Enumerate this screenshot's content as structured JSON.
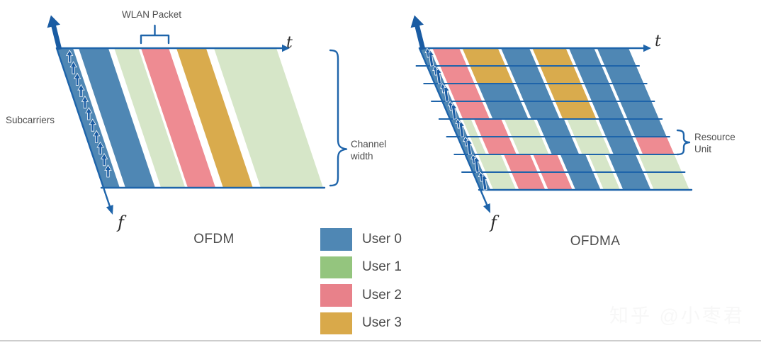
{
  "labels": {
    "subcarriers": "Subcarriers",
    "wlan_packet": "WLAN Packet",
    "channel_width": "Channel width",
    "resource_unit": "Resource Unit",
    "ofdm": "OFDM",
    "ofdma": "OFDMA",
    "t_axis": "t",
    "f_axis": "f"
  },
  "legend": {
    "items": [
      {
        "label": "User 0",
        "color": "#4f87b4"
      },
      {
        "label": "User 1",
        "color": "#94c57e"
      },
      {
        "label": "User 2",
        "color": "#e8818a"
      },
      {
        "label": "User 3",
        "color": "#d9a94a"
      }
    ]
  },
  "palette": {
    "axis_blue": "#1e64aa",
    "arrow_blue": "#1a5ca3",
    "blue": "#4f87b4",
    "green": "#d6e6c8",
    "pink": "#ee8b92",
    "gold": "#d9ab4d"
  },
  "ofdm": {
    "stripes": [
      [
        "blue",
        0.0,
        0.074
      ],
      [
        "blue",
        0.1,
        0.235
      ],
      [
        "green",
        0.262,
        0.372
      ],
      [
        "pink",
        0.384,
        0.51
      ],
      [
        "gold",
        0.545,
        0.68
      ],
      [
        "green",
        0.716,
        1.0
      ]
    ]
  },
  "ofdma": {
    "edge": [
      "blue",
      0.0,
      0.048
    ],
    "rows": [
      [
        [
          "pink",
          0.062,
          0.19
        ],
        [
          "gold",
          0.205,
          0.375
        ],
        [
          "blue",
          0.39,
          0.525
        ],
        [
          "gold",
          0.54,
          0.7
        ],
        [
          "blue",
          0.715,
          0.835
        ],
        [
          "blue",
          0.85,
          1.0
        ]
      ],
      [
        [
          "pink",
          0.062,
          0.19
        ],
        [
          "gold",
          0.205,
          0.375
        ],
        [
          "blue",
          0.39,
          0.525
        ],
        [
          "gold",
          0.54,
          0.7
        ],
        [
          "blue",
          0.715,
          0.835
        ],
        [
          "blue",
          0.85,
          1.0
        ]
      ],
      [
        [
          "pink",
          0.062,
          0.19
        ],
        [
          "blue",
          0.205,
          0.375
        ],
        [
          "blue",
          0.39,
          0.525
        ],
        [
          "gold",
          0.54,
          0.7
        ],
        [
          "blue",
          0.715,
          0.835
        ],
        [
          "blue",
          0.85,
          1.0
        ]
      ],
      [
        [
          "pink",
          0.062,
          0.19
        ],
        [
          "blue",
          0.205,
          0.375
        ],
        [
          "blue",
          0.39,
          0.525
        ],
        [
          "gold",
          0.54,
          0.7
        ],
        [
          "blue",
          0.715,
          0.835
        ],
        [
          "blue",
          0.85,
          1.0
        ]
      ],
      [
        [
          "green",
          0.06,
          0.1
        ],
        [
          "pink",
          0.115,
          0.245
        ],
        [
          "green",
          0.26,
          0.4
        ],
        [
          "blue",
          0.415,
          0.545
        ],
        [
          "green",
          0.56,
          0.695
        ],
        [
          "blue",
          0.71,
          0.835
        ],
        [
          "blue",
          0.85,
          1.0
        ]
      ],
      [
        [
          "green",
          0.06,
          0.1
        ],
        [
          "pink",
          0.115,
          0.245
        ],
        [
          "green",
          0.26,
          0.4
        ],
        [
          "blue",
          0.415,
          0.545
        ],
        [
          "green",
          0.56,
          0.695
        ],
        [
          "blue",
          0.71,
          0.835
        ],
        [
          "pink",
          0.85,
          1.0
        ]
      ],
      [
        [
          "green",
          0.062,
          0.17
        ],
        [
          "pink",
          0.185,
          0.31
        ],
        [
          "pink",
          0.325,
          0.44
        ],
        [
          "blue",
          0.455,
          0.575
        ],
        [
          "green",
          0.59,
          0.668
        ],
        [
          "blue",
          0.683,
          0.815
        ],
        [
          "green",
          0.83,
          1.0
        ]
      ],
      [
        [
          "green",
          0.062,
          0.17
        ],
        [
          "pink",
          0.185,
          0.31
        ],
        [
          "pink",
          0.325,
          0.44
        ],
        [
          "blue",
          0.455,
          0.575
        ],
        [
          "green",
          0.59,
          0.668
        ],
        [
          "blue",
          0.683,
          0.815
        ],
        [
          "green",
          0.83,
          1.0
        ]
      ]
    ]
  },
  "watermark": {
    "text": "知乎 @小枣君"
  }
}
